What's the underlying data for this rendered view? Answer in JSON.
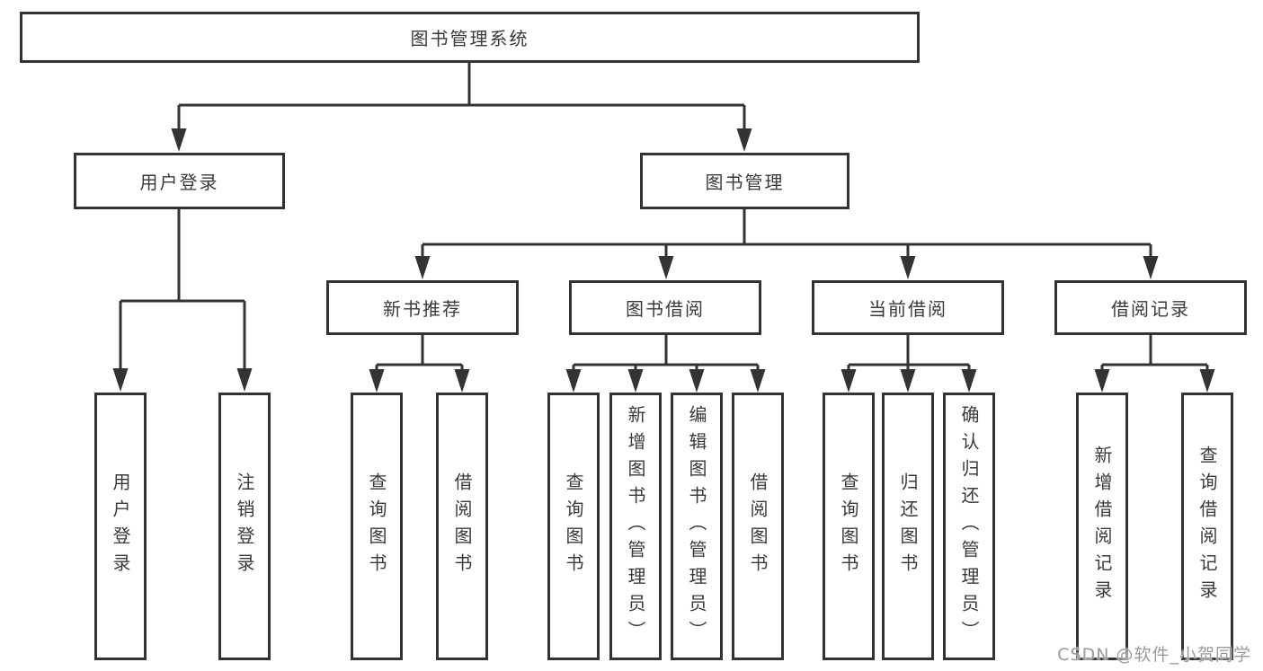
{
  "tree": {
    "label": "图书管理系统",
    "children": [
      {
        "label": "用户登录",
        "children": [
          {
            "label": "用户登录"
          },
          {
            "label": "注销登录"
          }
        ]
      },
      {
        "label": "图书管理",
        "children": [
          {
            "label": "新书推荐",
            "children": [
              {
                "label": "查询图书"
              },
              {
                "label": "借阅图书"
              }
            ]
          },
          {
            "label": "图书借阅",
            "children": [
              {
                "label": "查询图书"
              },
              {
                "label": "新增图书（管理员）"
              },
              {
                "label": "编辑图书（管理员）"
              },
              {
                "label": "借阅图书"
              }
            ]
          },
          {
            "label": "当前借阅",
            "children": [
              {
                "label": "查询图书"
              },
              {
                "label": "归还图书"
              },
              {
                "label": "确认归还（管理员）"
              }
            ]
          },
          {
            "label": "借阅记录",
            "children": [
              {
                "label": "新增借阅记录"
              },
              {
                "label": "查询借阅记录"
              }
            ]
          }
        ]
      }
    ]
  },
  "watermark": "CSDN @软件_小贺同学",
  "colors": {
    "line": "#333333",
    "box_border": "#333333",
    "box_background": "#ffffff",
    "text": "#3a3a3a",
    "watermark": "#9b9b9b",
    "page_background": "#ffffff"
  }
}
